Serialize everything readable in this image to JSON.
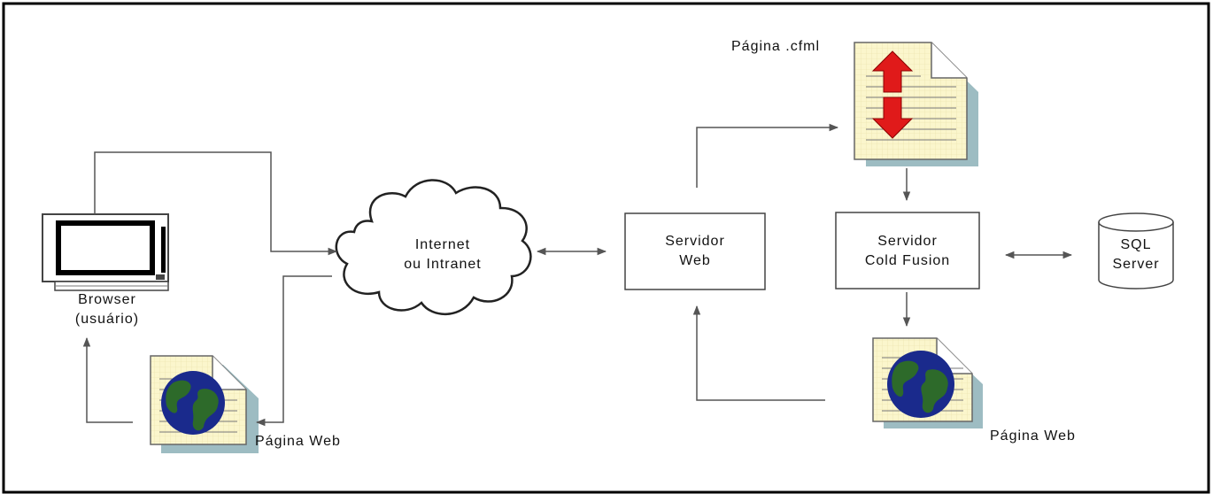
{
  "nodes": {
    "browser_line1": "Browser",
    "browser_line2": "(usuário)",
    "internet_line1": "Internet",
    "internet_line2": "ou Intranet",
    "webserver_line1": "Servidor",
    "webserver_line2": "Web",
    "cfserver_line1": "Servidor",
    "cfserver_line2": "Cold Fusion",
    "sql_line1": "SQL",
    "sql_line2": "Server",
    "page_cfml": "Página .cfml",
    "page_web_left": "Página Web",
    "page_web_right": "Página Web"
  },
  "colors": {
    "line": "#555555",
    "doc_fill": "#fbf6cc",
    "doc_shadow": "#9dbcc2",
    "arrow_red": "#e01a1a",
    "globe_blue": "#1a2a8c",
    "globe_green": "#2d6a2a"
  },
  "icons": {
    "computer": "monitor-icon",
    "cloud": "cloud-icon",
    "database": "database-icon",
    "document_globe": "web-page-icon",
    "document_arrows": "cfml-page-icon"
  }
}
